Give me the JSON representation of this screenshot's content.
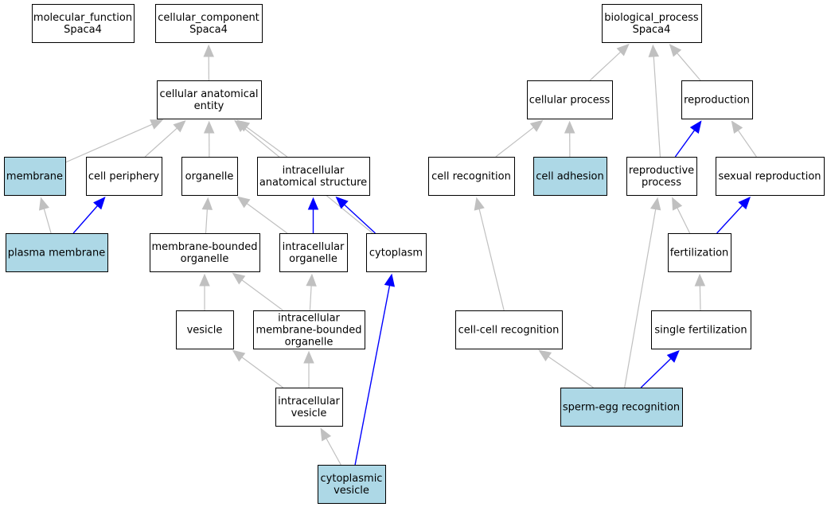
{
  "colors": {
    "node_fill": "#ffffff",
    "highlight_fill": "#add8e6",
    "node_stroke": "#000000",
    "edge_gray": "#c0c0c0",
    "edge_blue": "#0000ff"
  },
  "nodes": [
    {
      "id": "molecular_function",
      "lines": [
        "molecular_function",
        "Spaca4"
      ],
      "highlight": false
    },
    {
      "id": "cellular_component",
      "lines": [
        "cellular_component",
        "Spaca4"
      ],
      "highlight": false
    },
    {
      "id": "biological_process",
      "lines": [
        "biological_process",
        "Spaca4"
      ],
      "highlight": false
    },
    {
      "id": "cellular_anatomical_entity",
      "lines": [
        "cellular anatomical",
        "entity"
      ],
      "highlight": false
    },
    {
      "id": "membrane",
      "lines": [
        "membrane"
      ],
      "highlight": true
    },
    {
      "id": "cell_periphery",
      "lines": [
        "cell periphery"
      ],
      "highlight": false
    },
    {
      "id": "organelle",
      "lines": [
        "organelle"
      ],
      "highlight": false
    },
    {
      "id": "intracellular_anatomical_structure",
      "lines": [
        "intracellular",
        "anatomical structure"
      ],
      "highlight": false
    },
    {
      "id": "plasma_membrane",
      "lines": [
        "plasma membrane"
      ],
      "highlight": true
    },
    {
      "id": "membrane_bounded_organelle",
      "lines": [
        "membrane-bounded",
        "organelle"
      ],
      "highlight": false
    },
    {
      "id": "intracellular_organelle",
      "lines": [
        "intracellular",
        "organelle"
      ],
      "highlight": false
    },
    {
      "id": "cytoplasm",
      "lines": [
        "cytoplasm"
      ],
      "highlight": false
    },
    {
      "id": "vesicle",
      "lines": [
        "vesicle"
      ],
      "highlight": false
    },
    {
      "id": "intracellular_membrane_bounded_organelle",
      "lines": [
        "intracellular",
        "membrane-bounded",
        "organelle"
      ],
      "highlight": false
    },
    {
      "id": "intracellular_vesicle",
      "lines": [
        "intracellular",
        "vesicle"
      ],
      "highlight": false
    },
    {
      "id": "cytoplasmic_vesicle",
      "lines": [
        "cytoplasmic",
        "vesicle"
      ],
      "highlight": true
    },
    {
      "id": "cellular_process",
      "lines": [
        "cellular process"
      ],
      "highlight": false
    },
    {
      "id": "reproduction",
      "lines": [
        "reproduction"
      ],
      "highlight": false
    },
    {
      "id": "cell_recognition",
      "lines": [
        "cell recognition"
      ],
      "highlight": false
    },
    {
      "id": "cell_adhesion",
      "lines": [
        "cell adhesion"
      ],
      "highlight": true
    },
    {
      "id": "reproductive_process",
      "lines": [
        "reproductive",
        "process"
      ],
      "highlight": false
    },
    {
      "id": "sexual_reproduction",
      "lines": [
        "sexual reproduction"
      ],
      "highlight": false
    },
    {
      "id": "fertilization",
      "lines": [
        "fertilization"
      ],
      "highlight": false
    },
    {
      "id": "cell_cell_recognition",
      "lines": [
        "cell-cell recognition"
      ],
      "highlight": false
    },
    {
      "id": "single_fertilization",
      "lines": [
        "single fertilization"
      ],
      "highlight": false
    },
    {
      "id": "sperm_egg_recognition",
      "lines": [
        "sperm-egg recognition"
      ],
      "highlight": true
    }
  ],
  "edges": [
    {
      "from": "cellular_anatomical_entity",
      "to": "cellular_component",
      "color": "gray"
    },
    {
      "from": "membrane",
      "to": "cellular_anatomical_entity",
      "color": "gray"
    },
    {
      "from": "cell_periphery",
      "to": "cellular_anatomical_entity",
      "color": "gray"
    },
    {
      "from": "organelle",
      "to": "cellular_anatomical_entity",
      "color": "gray"
    },
    {
      "from": "intracellular_anatomical_structure",
      "to": "cellular_anatomical_entity",
      "color": "gray"
    },
    {
      "from": "cytoplasm",
      "to": "cellular_anatomical_entity",
      "color": "gray"
    },
    {
      "from": "plasma_membrane",
      "to": "membrane",
      "color": "gray"
    },
    {
      "from": "plasma_membrane",
      "to": "cell_periphery",
      "color": "blue"
    },
    {
      "from": "membrane_bounded_organelle",
      "to": "organelle",
      "color": "gray"
    },
    {
      "from": "intracellular_organelle",
      "to": "organelle",
      "color": "gray"
    },
    {
      "from": "intracellular_organelle",
      "to": "intracellular_anatomical_structure",
      "color": "blue"
    },
    {
      "from": "cytoplasm",
      "to": "intracellular_anatomical_structure",
      "color": "blue"
    },
    {
      "from": "vesicle",
      "to": "membrane_bounded_organelle",
      "color": "gray"
    },
    {
      "from": "intracellular_membrane_bounded_organelle",
      "to": "membrane_bounded_organelle",
      "color": "gray"
    },
    {
      "from": "intracellular_membrane_bounded_organelle",
      "to": "intracellular_organelle",
      "color": "gray"
    },
    {
      "from": "intracellular_vesicle",
      "to": "vesicle",
      "color": "gray"
    },
    {
      "from": "intracellular_vesicle",
      "to": "intracellular_membrane_bounded_organelle",
      "color": "gray"
    },
    {
      "from": "cytoplasmic_vesicle",
      "to": "intracellular_vesicle",
      "color": "gray"
    },
    {
      "from": "cytoplasmic_vesicle",
      "to": "cytoplasm",
      "color": "blue"
    },
    {
      "from": "cellular_process",
      "to": "biological_process",
      "color": "gray"
    },
    {
      "from": "reproductive_process",
      "to": "biological_process",
      "color": "gray"
    },
    {
      "from": "reproduction",
      "to": "biological_process",
      "color": "gray"
    },
    {
      "from": "cell_recognition",
      "to": "cellular_process",
      "color": "gray"
    },
    {
      "from": "cell_adhesion",
      "to": "cellular_process",
      "color": "gray"
    },
    {
      "from": "reproductive_process",
      "to": "reproduction",
      "color": "blue"
    },
    {
      "from": "sexual_reproduction",
      "to": "reproduction",
      "color": "gray"
    },
    {
      "from": "fertilization",
      "to": "reproductive_process",
      "color": "gray"
    },
    {
      "from": "fertilization",
      "to": "sexual_reproduction",
      "color": "blue"
    },
    {
      "from": "cell_cell_recognition",
      "to": "cell_recognition",
      "color": "gray"
    },
    {
      "from": "single_fertilization",
      "to": "fertilization",
      "color": "gray"
    },
    {
      "from": "sperm_egg_recognition",
      "to": "cell_cell_recognition",
      "color": "gray"
    },
    {
      "from": "sperm_egg_recognition",
      "to": "reproductive_process",
      "color": "gray"
    },
    {
      "from": "sperm_egg_recognition",
      "to": "single_fertilization",
      "color": "blue"
    }
  ]
}
